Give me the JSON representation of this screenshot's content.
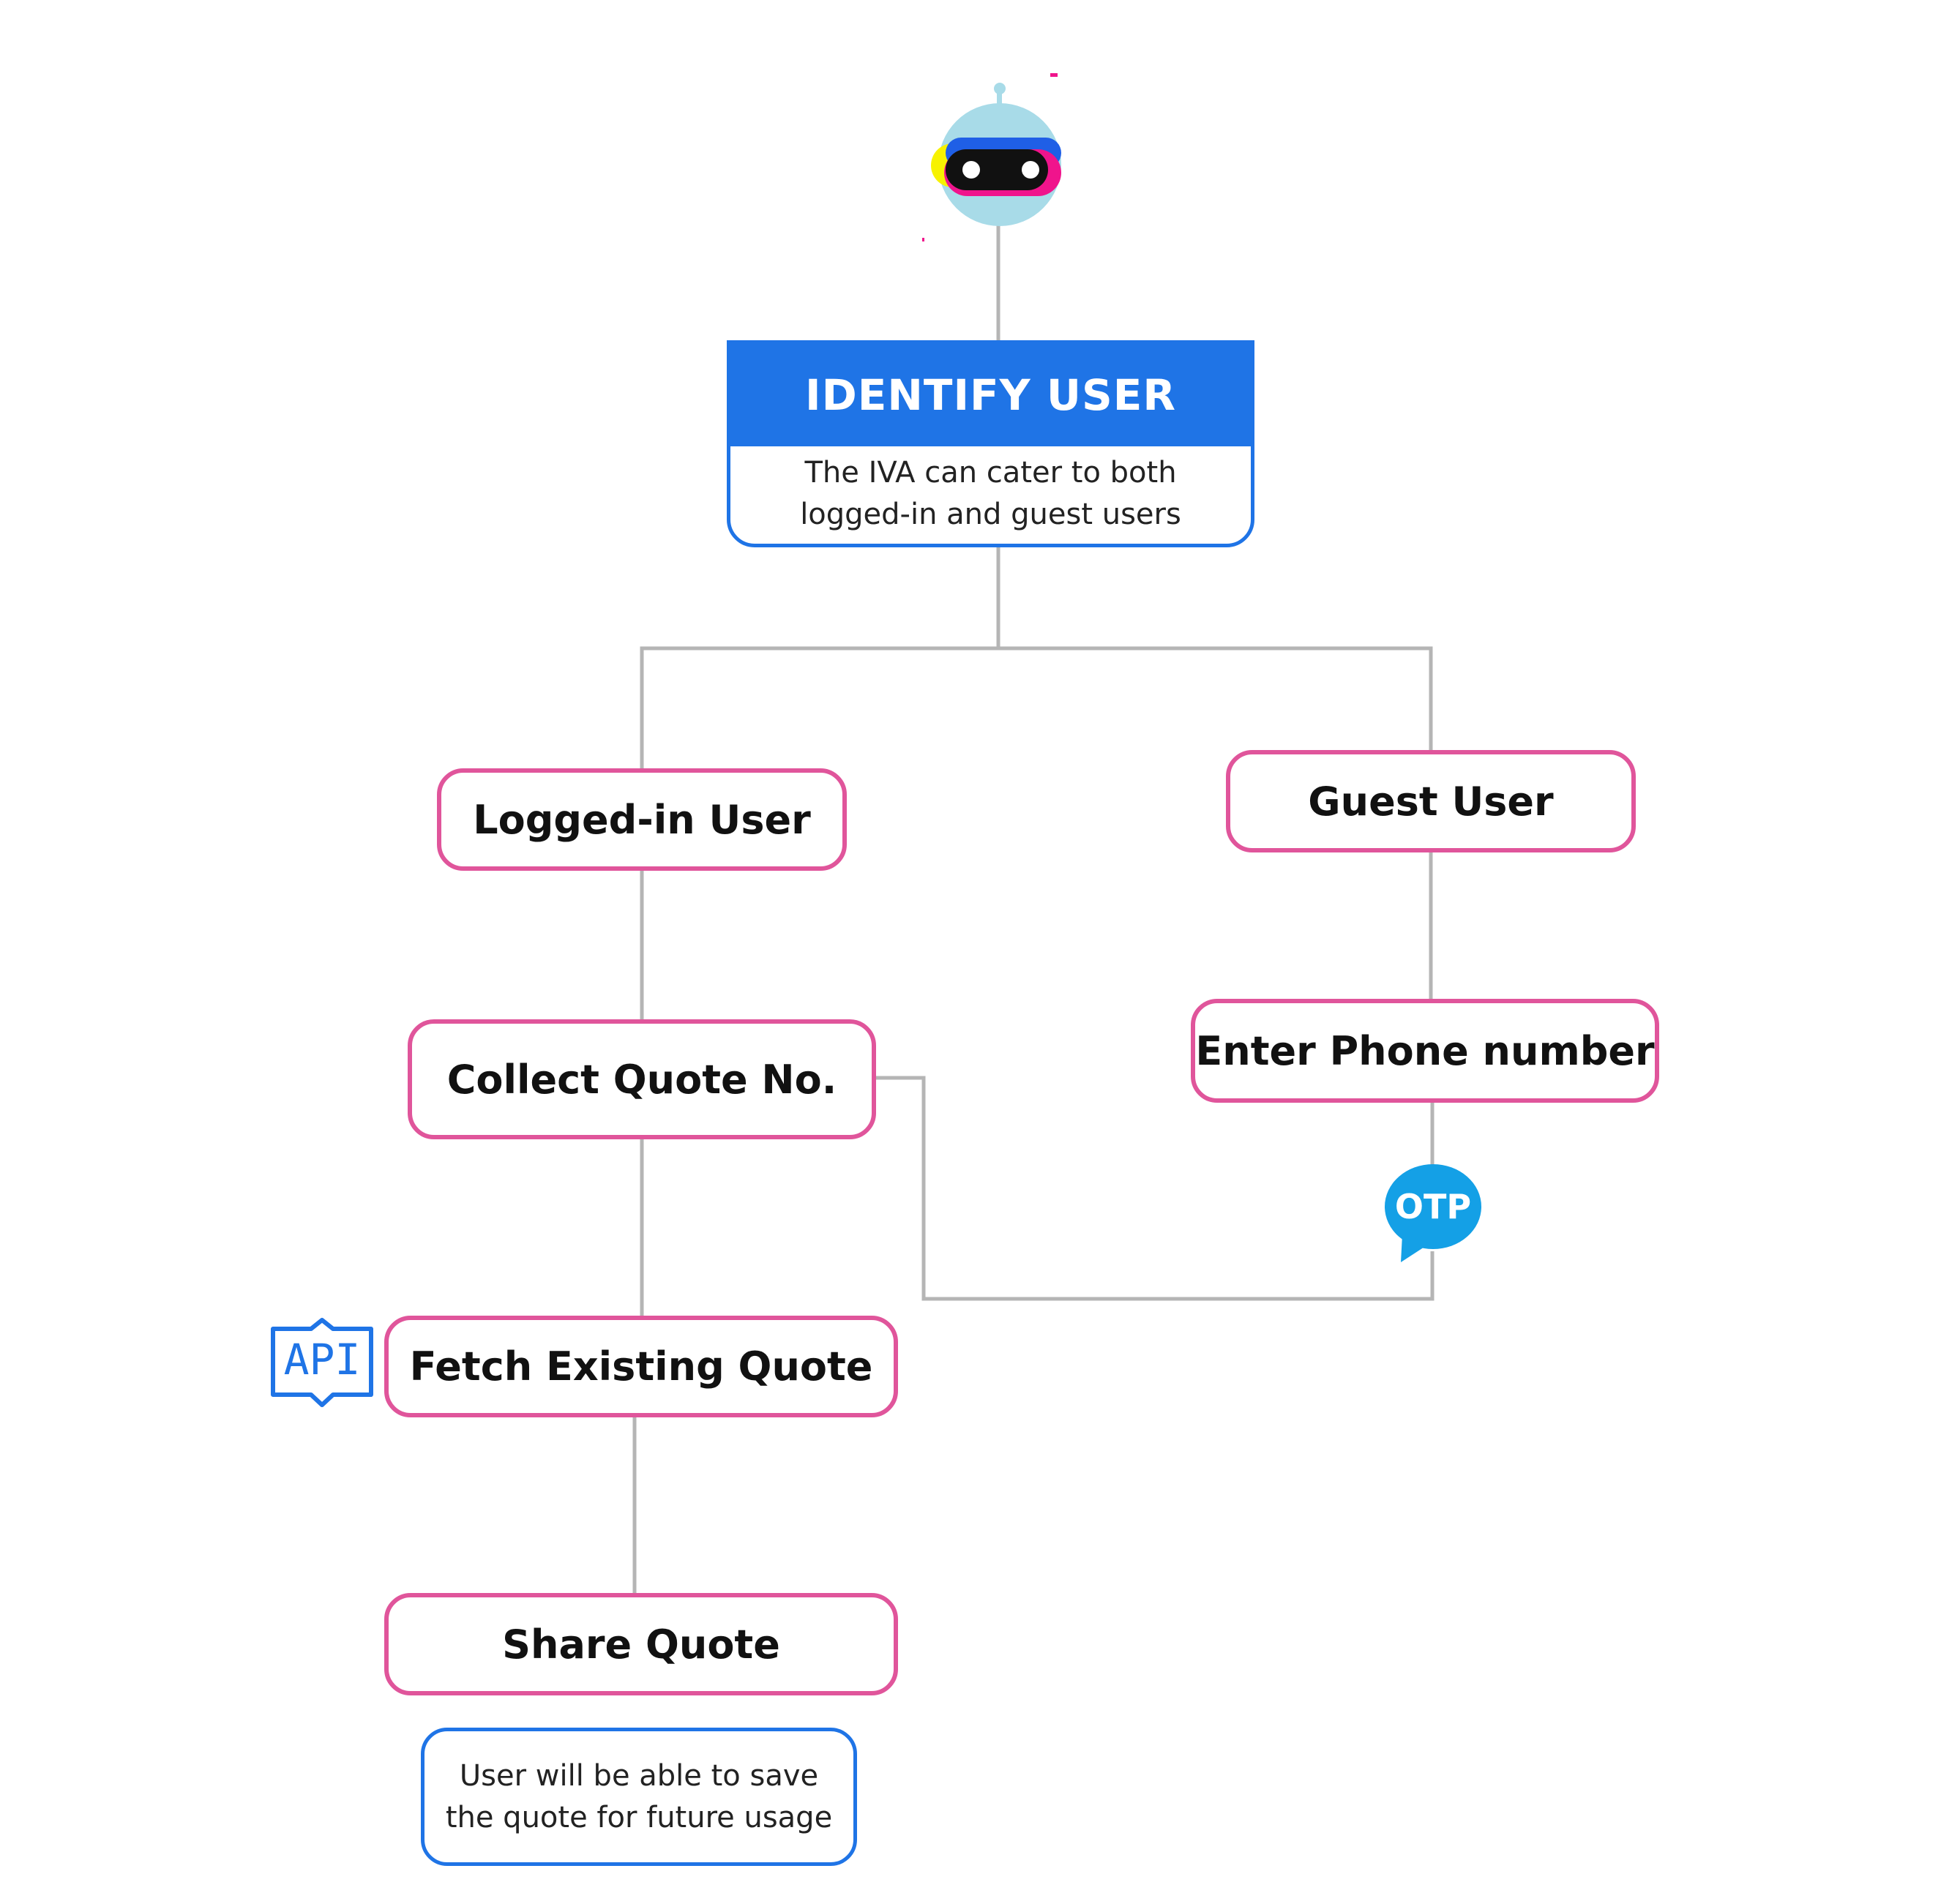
{
  "colors": {
    "primary_blue": "#1f74e6",
    "node_border_pink": "#e0559b",
    "connector_gray": "#b5b5b5",
    "otp_blue": "#14a0e6"
  },
  "identify_user": {
    "title": "IDENTIFY USER",
    "description": "The IVA can cater to both logged-in and guest users"
  },
  "nodes": {
    "logged_in_user": "Logged-in User",
    "guest_user": "Guest User",
    "collect_quote": "Collect Quote No.",
    "enter_phone": "Enter Phone number",
    "fetch_quote": "Fetch Existing Quote",
    "share_quote": "Share Quote"
  },
  "note": "User will be able to save  the quote for future usage",
  "badges": {
    "otp": "OTP",
    "api": "API"
  },
  "icons": {
    "robot": "robot-avatar-icon",
    "otp": "otp-chat-bubble-icon",
    "api": "api-icon"
  }
}
